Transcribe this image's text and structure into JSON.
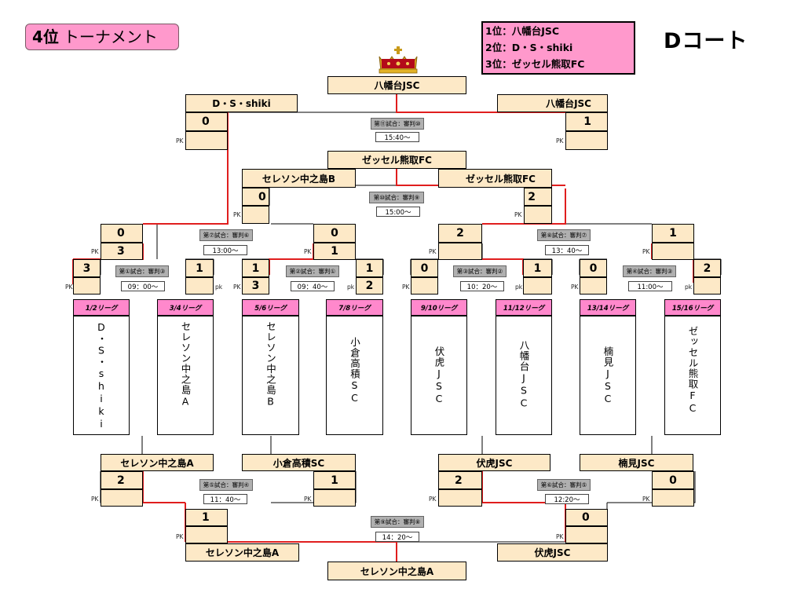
{
  "header": {
    "rank_label": "4位",
    "title_label": "トーナメント",
    "court_label": "Dコート",
    "results": [
      "1位：八幡台JSC",
      "2位：D・S・shiki",
      "3位：ゼッセル熊取FC"
    ]
  },
  "crown_icon": "crown-icon",
  "colors": {
    "line_red": "#e01e1e",
    "cell_fill": "#fde9c7",
    "pink": "#ff99cc",
    "league_pink": "#ff88cc",
    "match_gray": "#b0b0b0"
  },
  "pk_label": "PK",
  "pk_small_label": "pk",
  "leagues": [
    "1/2リーグ",
    "3/4リーグ",
    "5/6リーグ",
    "7/8リーグ",
    "9/10リーグ",
    "11/12リーグ",
    "13/14リーグ",
    "15/16リーグ"
  ],
  "teams": [
    "D・S・shiki",
    "セレソン中之島A",
    "セレソン中之島B",
    "小倉高積SC",
    "伏虎JSC",
    "八幡台JSC",
    "楠見JSC",
    "ゼッセル熊取FC"
  ],
  "round1": {
    "scores": [
      "3",
      "1",
      "1",
      "1",
      "0",
      "1",
      "0",
      "2"
    ],
    "pk_scores": [
      "3",
      "2"
    ],
    "matches": [
      {
        "label": "第①試合：審判③",
        "time": "09：00～"
      },
      {
        "label": "第②試合：審判①",
        "time": "09：40～"
      },
      {
        "label": "第③試合：審判②",
        "time": "10：20～"
      },
      {
        "label": "第④試合：審判③",
        "time": "11:00～"
      }
    ]
  },
  "round2": {
    "scores": [
      "0",
      "0",
      "2",
      "1"
    ],
    "pk_scores": [
      "3",
      "1"
    ],
    "matches": [
      {
        "label": "第⑦試合：審判⑥",
        "time": "13:00～"
      },
      {
        "label": "第⑧試合：審判⑦",
        "time": "13：40～"
      }
    ]
  },
  "semi": {
    "left_team": "セレソン中之島B",
    "right_team": "ゼッセル熊取FC",
    "left_score": "0",
    "right_score": "2",
    "match": {
      "label": "第⑩試合：審判⑨",
      "time": "15:00～"
    },
    "winner": "ゼッセル熊取FC"
  },
  "final": {
    "left_team": "D・S・shiki",
    "right_team": "八幡台JSC",
    "left_score": "0",
    "right_score": "1",
    "match": {
      "label": "第⑪試合：審判⑩",
      "time": "15:40～"
    },
    "champion": "八幡台JSC"
  },
  "lower": {
    "left_teams": [
      "セレソン中之島A",
      "小倉高積SC"
    ],
    "right_teams": [
      "伏虎JSC",
      "楠見JSC"
    ],
    "left_scores": [
      "2",
      "1"
    ],
    "right_scores": [
      "2",
      "0"
    ],
    "left_match": {
      "label": "第⑤試合：審判④",
      "time": "11：40～"
    },
    "right_match": {
      "label": "第⑥試合：審判⑤",
      "time": "12:20～"
    },
    "final_scores": [
      "1",
      "0"
    ],
    "final_match": {
      "label": "第⑨試合：審判⑧",
      "time": "14：20～"
    },
    "final_left_team": "セレソン中之島A",
    "final_right_team": "伏虎JSC",
    "winner": "セレソン中之島A"
  }
}
